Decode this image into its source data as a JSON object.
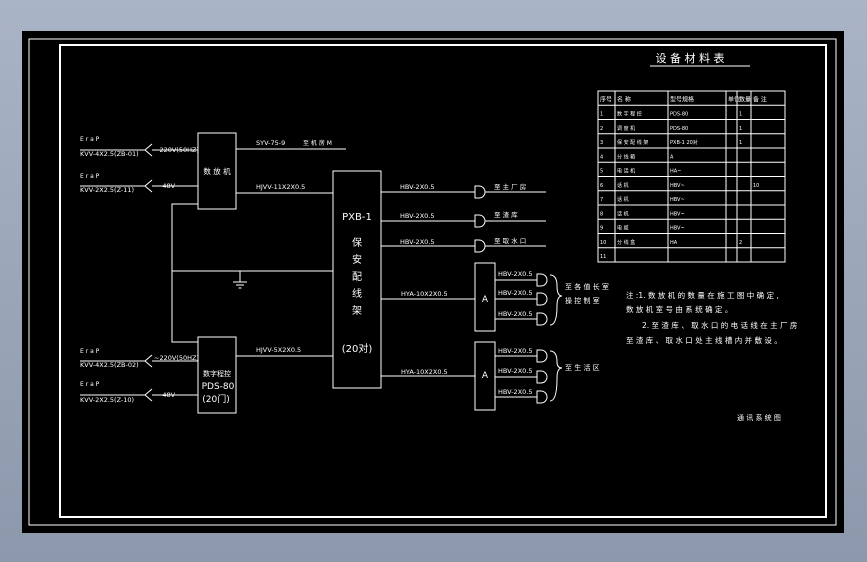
{
  "colors": {
    "viewport": "#a3afc2",
    "sheet": "#000000",
    "ink": "#ffffff"
  },
  "header": {
    "title": "设 备 材 料 表"
  },
  "top_left": {
    "inputs": [
      {
        "code": "E r a P",
        "cable": "KVV-4X2.5(ZB-01)",
        "feed": "~220V(50HZ)"
      },
      {
        "code": "E r a P",
        "cable": "KVV-2X2.5(Z-11)",
        "feed": "-48V"
      }
    ],
    "device_label": "数 放 机",
    "syv_cable": "SYV-75-9",
    "syv_dest": "至 机 房 M",
    "hjvv_cable": "HJVV-11X2X0.5"
  },
  "bottom_left": {
    "inputs": [
      {
        "code": "E r a P",
        "cable": "KVV-4X2.5(ZB-02)",
        "feed": "~220V(50HZ)"
      },
      {
        "code": "E r a P",
        "cable": "KVV-2X2.5(Z-10)",
        "feed": "-48V"
      }
    ],
    "device_label": "数字程控",
    "device_model": "PDS-80",
    "device_lines": "(20门)",
    "hjvv_cable": "HJVV-5X2X0.5"
  },
  "pxb": {
    "model": "PXB-1",
    "chars": [
      "保",
      "安",
      "配",
      "线",
      "架"
    ],
    "capacity": "(20对)"
  },
  "outputs": [
    {
      "cable": "HBV-2X0.5",
      "dest": "至 主 厂 房"
    },
    {
      "cable": "HBV-2X0.5",
      "dest": "至 渣 库"
    },
    {
      "cable": "HBV-2X0.5",
      "dest": "至 取 水 口"
    }
  ],
  "junction_boxes": [
    {
      "feed_cable": "HYA-10X2X0.5",
      "label": "A",
      "branches": [
        "HBV-2X0.5",
        "HBV-2X0.5",
        "HBV-2X0.5"
      ],
      "dest": [
        "至 各 值 长 室",
        "操 控 制 室"
      ]
    },
    {
      "feed_cable": "HYA-10X2X0.5",
      "label": "A",
      "branches": [
        "HBV-2X0.5",
        "HBV-2X0.5",
        "HBV-2X0.5"
      ],
      "dest": [
        "至 生 活 区"
      ]
    }
  ],
  "table": {
    "headers": [
      "序号",
      "名 称",
      "型号规格",
      "单位",
      "数量",
      "备 注"
    ],
    "rows": [
      [
        "1",
        "数 字 程 控",
        "PDS-80",
        "",
        "1",
        ""
      ],
      [
        "2",
        "调 度 机",
        "PDS-80",
        "",
        "1",
        ""
      ],
      [
        "3",
        "保 安 配 线 架",
        "PXB-1 20对",
        "",
        "1",
        ""
      ],
      [
        "4",
        "分 线 箱",
        "A",
        "",
        "",
        ""
      ],
      [
        "5",
        "电 话 机",
        "HA~",
        "",
        "",
        ""
      ],
      [
        "6",
        "话 机",
        "HBV~",
        "",
        "",
        "10"
      ],
      [
        "7",
        "话 机",
        "HBV~",
        "",
        "",
        ""
      ],
      [
        "8",
        "话 机",
        "HBV~",
        "",
        "",
        ""
      ],
      [
        "9",
        "电 缆",
        "HBV~",
        "",
        "",
        ""
      ],
      [
        "10",
        "分 线 盒",
        "HA",
        "",
        "2",
        ""
      ],
      [
        "11",
        "",
        "",
        "",
        "",
        ""
      ]
    ]
  },
  "notes": [
    "注 :1. 数 放 机 的 数 量 在 施 工 图 中 确 定 ,",
    "数 放 机 室 号 由 系 统 确 定 。",
    "2. 至 渣 库 、 取 水 口 的 电 话 线 在 主 厂 房",
    "至 渣 库 、 取 水 口 处 主 线 槽 内 并 敷 设 。"
  ],
  "footer": {
    "caption": "通 讯 系 统 图"
  }
}
